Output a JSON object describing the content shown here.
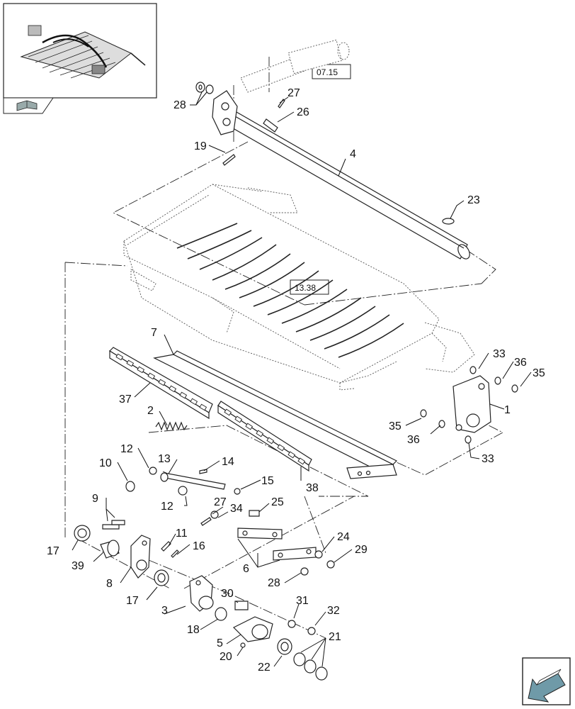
{
  "references": [
    "07.15",
    "13.38"
  ],
  "callouts": [
    "1",
    "2",
    "3",
    "4",
    "5",
    "6",
    "7",
    "8",
    "9",
    "10",
    "11",
    "12",
    "12",
    "13",
    "14",
    "15",
    "16",
    "17",
    "17",
    "18",
    "19",
    "20",
    "21",
    "22",
    "23",
    "24",
    "25",
    "26",
    "27",
    "27",
    "28",
    "28",
    "29",
    "30",
    "31",
    "32",
    "33",
    "33",
    "34",
    "35",
    "35",
    "36",
    "36",
    "37",
    "38",
    "39"
  ]
}
